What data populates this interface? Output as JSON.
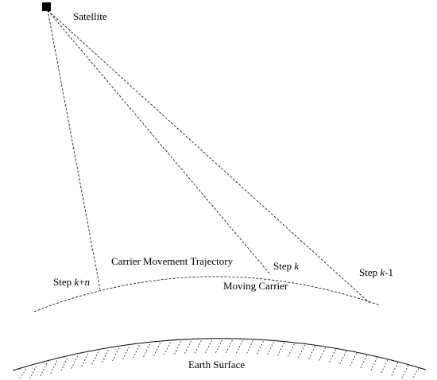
{
  "labels": {
    "satellite": "Satellite",
    "trajectory": "Carrier Movement Trajectory",
    "moving_carrier": "Moving Carrier",
    "earth_surface": "Earth Surface",
    "step_k_plus_n_prefix": "Step ",
    "step_k_plus_n_var": "k",
    "step_k_plus_n_suffix": "+",
    "step_k_plus_n_var2": "n",
    "step_k_prefix": "Step ",
    "step_k_var": "k",
    "step_k_minus_1_prefix": "Step ",
    "step_k_minus_1_var": "k",
    "step_k_minus_1_suffix": "-1"
  }
}
